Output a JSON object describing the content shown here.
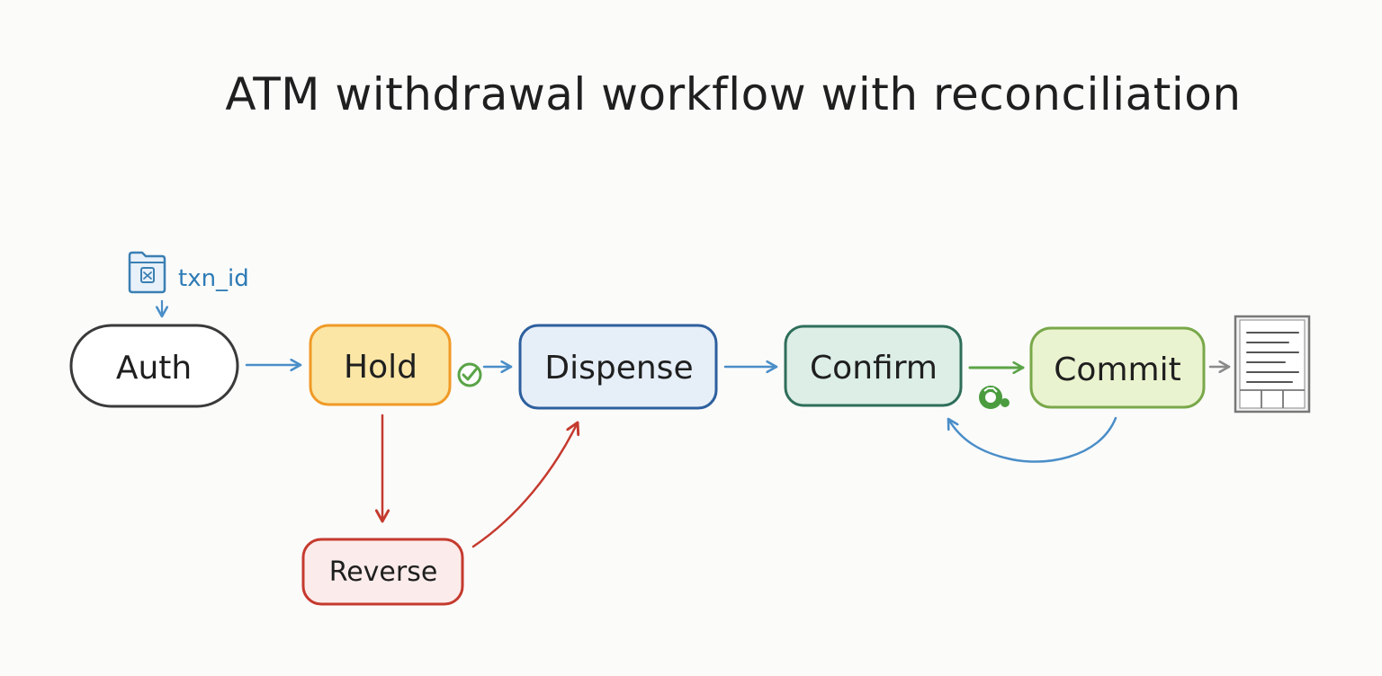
{
  "title": "ATM withdrawal workflow with reconciliation",
  "input_label": "txn_id",
  "nodes": {
    "auth": "Auth",
    "hold": "Hold",
    "dispense": "Dispense",
    "confirm": "Confirm",
    "commit": "Commit",
    "reverse": "Reverse"
  },
  "icons": {
    "input": "folder-key-icon",
    "hold_ok": "check-circle-icon",
    "confirm_retry": "refresh-badge-icon",
    "output": "ledger-document-icon"
  },
  "colors": {
    "auth": "#3a3a3a",
    "hold_fill": "#fbe6a6",
    "hold_stroke": "#f09a27",
    "dispense_fill": "#e6eef8",
    "dispense_stroke": "#2d5f9e",
    "confirm_fill": "#dceee6",
    "confirm_stroke": "#2e6e5a",
    "commit_fill": "#eaf3cf",
    "commit_stroke": "#79a84a",
    "reverse_fill": "#fbeceb",
    "reverse_stroke": "#c53a2e",
    "arrow_blue": "#4a8ec8",
    "arrow_red": "#c53a2e",
    "arrow_green": "#5aa447",
    "arrow_gray": "#8a8a8a"
  }
}
